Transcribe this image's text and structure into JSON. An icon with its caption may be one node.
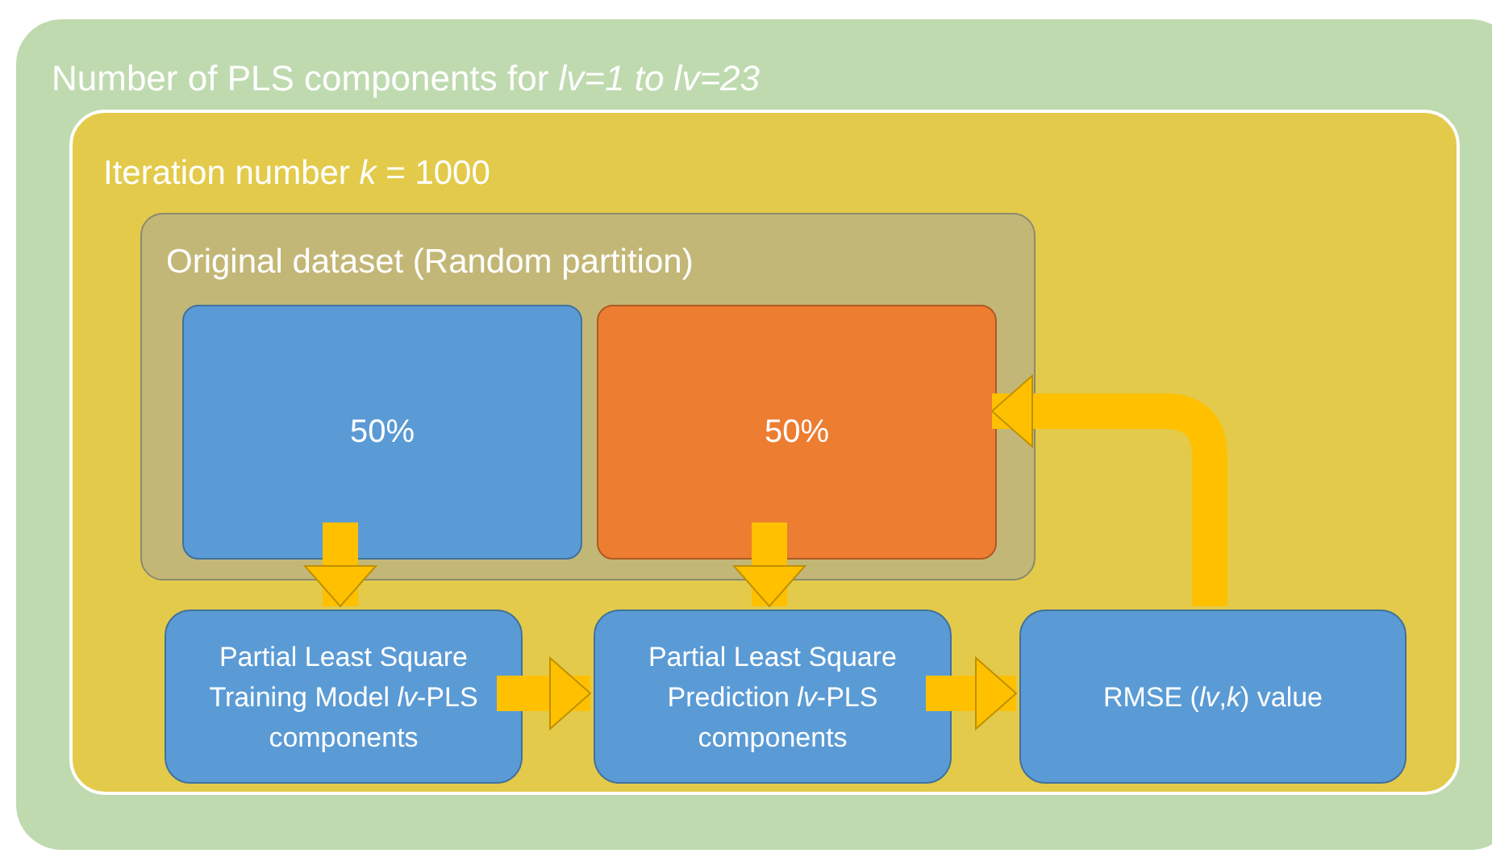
{
  "diagram": {
    "nodes": [
      {
        "text": [
          "Number of PLS components for *lv=1 to lv=23*"
        ]
      },
      {
        "text": [
          "Iteration number *k* = 1000"
        ],
        "in": 0
      },
      {
        "text": [
          "Original dataset (Random partition)"
        ],
        "in": 1
      },
      {
        "text": [
          "50%"
        ],
        "in": 2
      },
      {
        "text": [
          "50%"
        ],
        "in": 2
      },
      {
        "text": [
          "Partial Least Square Training Model *lv*-PLS components"
        ],
        "in": 1
      },
      {
        "text": [
          "Partial Least Square Prediction *lv*-PLS components"
        ],
        "in": 1
      },
      {
        "text": [
          "RMSE (*lv*,*k*) value"
        ],
        "in": 1
      }
    ],
    "edges": [
      {
        "from": 3,
        "to": 5,
        "arrow": "to"
      },
      {
        "from": 4,
        "to": 6,
        "arrow": "to"
      },
      {
        "from": 5,
        "to": 6,
        "arrow": "to"
      },
      {
        "from": 6,
        "to": 7,
        "arrow": "to"
      },
      {
        "from": 7,
        "to": 4,
        "arrow": "to"
      }
    ]
  }
}
